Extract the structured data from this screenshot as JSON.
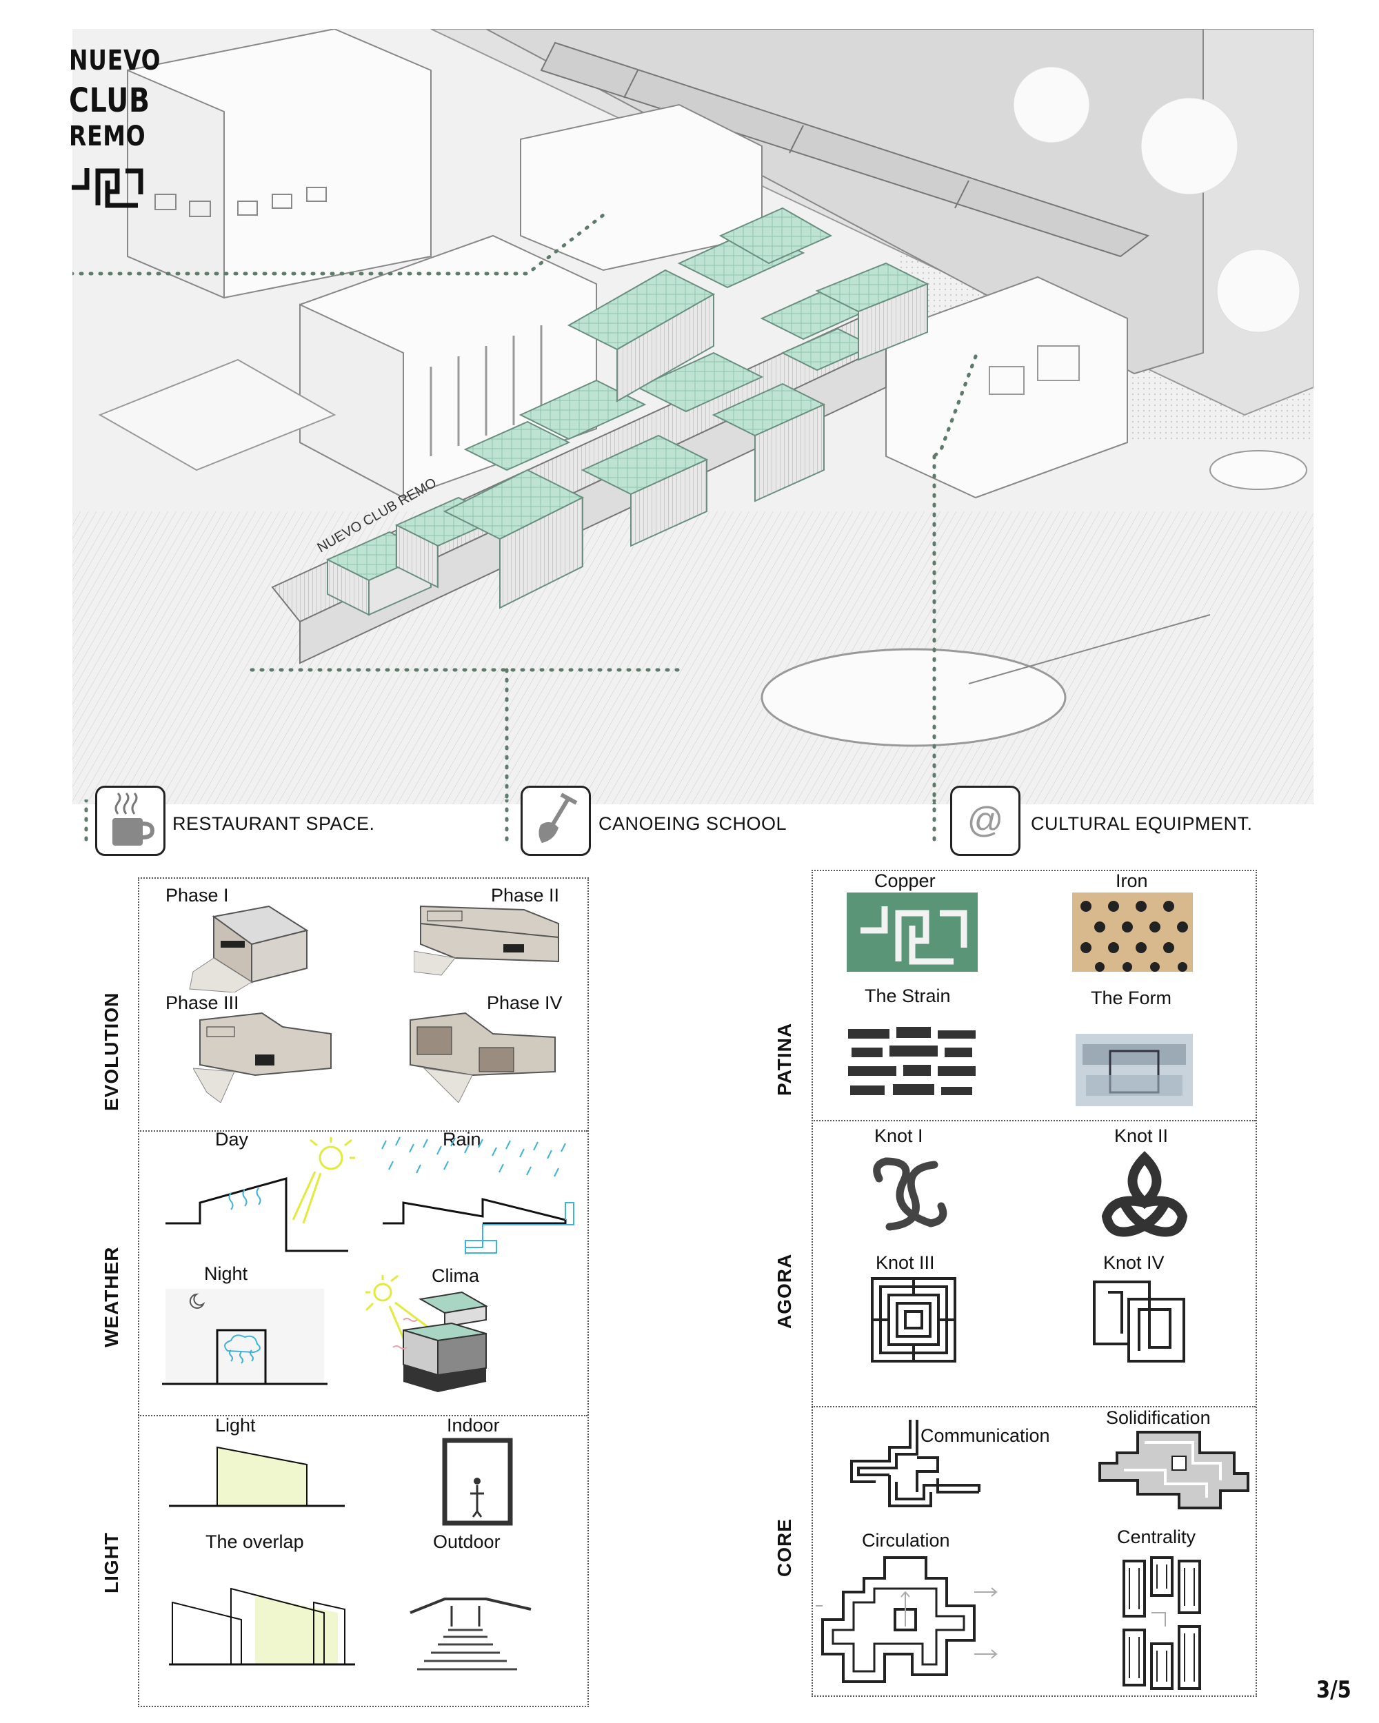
{
  "logo": {
    "line1": "NUEVO",
    "line2": "CLUB",
    "line3": "REMO"
  },
  "axo": {
    "site_label": "NUEVO CLUB REMO"
  },
  "legend": [
    {
      "label": "RESTAURANT SPACE.",
      "icon": "cup-icon"
    },
    {
      "label": "CANOEING SCHOOL",
      "icon": "shovel-icon"
    },
    {
      "label": "CULTURAL EQUIPMENT.",
      "icon": "at-icon"
    }
  ],
  "left_panel": {
    "evolution": {
      "label": "EVOLUTION",
      "items": [
        "Phase I",
        "Phase II",
        "Phase III",
        "Phase IV"
      ]
    },
    "weather": {
      "label": "WEATHER",
      "items": [
        "Day",
        "Rain",
        "Night",
        "Clima"
      ]
    },
    "light": {
      "label": "LIGHT",
      "items": [
        "Light",
        "Indoor",
        "The overlap",
        "Outdoor"
      ]
    }
  },
  "right_panel": {
    "patina": {
      "label": "PATINA",
      "items": [
        "Copper",
        "Iron",
        "The Strain",
        "The Form"
      ]
    },
    "agora": {
      "label": "AGORA",
      "items": [
        "Knot I",
        "Knot II",
        "Knot III",
        "Knot IV"
      ]
    },
    "core": {
      "label": "CORE",
      "items": [
        "Communication",
        "Solidification",
        "Circulation",
        "Centrality"
      ]
    }
  },
  "colors": {
    "accent_green": "#a9d6c4",
    "dotted_line": "#5d7a6a",
    "rain_blue": "#3fb3d6",
    "sun_yellow": "#e2ea3a"
  },
  "page_number": "3/5"
}
